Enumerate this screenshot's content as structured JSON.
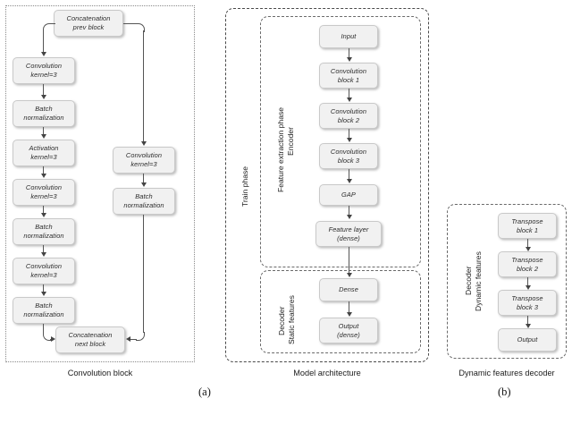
{
  "figure": {
    "subfigure_labels": [
      {
        "id": "a",
        "text": "(a)"
      },
      {
        "id": "b",
        "text": "(b)"
      }
    ]
  },
  "panel_a": {
    "caption": "Convolution block",
    "nodes": {
      "concat_prev": "Concatenation\nprev block",
      "conv1": "Convolution\nkernel=3",
      "bn1": "Batch\nnormalization",
      "act1": "Activation\nkernel=3",
      "conv2": "Convolution\nkernel=3",
      "bn2": "Batch\nnormalization",
      "conv3": "Convolution\nkernel=3",
      "bn3": "Batch\nnormalization",
      "conv_skip": "Convolution\nkernel=3",
      "bn_skip": "Batch\nnormalization",
      "concat_next": "Concatenation\nnext block"
    },
    "node_lines": {
      "concat_prev": [
        "Concatenation",
        "prev block"
      ],
      "conv1": [
        "Convolution",
        "kernel=3"
      ],
      "bn1": [
        "Batch",
        "normalization"
      ],
      "act1": [
        "Activation",
        "kernel=3"
      ],
      "conv2": [
        "Convolution",
        "kernel=3"
      ],
      "bn2": [
        "Batch",
        "normalization"
      ],
      "conv3": [
        "Convolution",
        "kernel=3"
      ],
      "bn3": [
        "Batch",
        "normalization"
      ],
      "conv_skip": [
        "Convolution",
        "kernel=3"
      ],
      "bn_skip": [
        "Batch",
        "normalization"
      ],
      "concat_next": [
        "Concatenation",
        "next block"
      ]
    }
  },
  "panel_model": {
    "caption": "Model architecture",
    "groups": {
      "train_phase": "Train phase",
      "encoder_line1": "Feature extraction phase",
      "encoder_line2": "Encoder",
      "decoder_line1": "Decoder",
      "decoder_line2": "Static features"
    },
    "node_lines": {
      "input": [
        "Input"
      ],
      "conv_block_1": [
        "Convolution",
        "block 1"
      ],
      "conv_block_2": [
        "Convolution",
        "block 2"
      ],
      "conv_block_3": [
        "Convolution",
        "block 3"
      ],
      "gap": [
        "GAP"
      ],
      "feature_layer": [
        "Feature layer",
        "(dense)"
      ],
      "dense": [
        "Dense"
      ],
      "output": [
        "Output",
        "(dense)"
      ]
    }
  },
  "panel_b": {
    "caption": "Dynamic features decoder",
    "groups": {
      "decoder_line1": "Decoder",
      "decoder_line2": "Dynamic features"
    },
    "node_lines": {
      "transpose_block_1": [
        "Transpose",
        "block 1"
      ],
      "transpose_block_2": [
        "Transpose",
        "block 2"
      ],
      "transpose_block_3": [
        "Transpose",
        "block 3"
      ],
      "output": [
        "Output"
      ]
    }
  },
  "colors": {
    "node_fill": "#f1f1f1",
    "node_border": "#c9c9c9",
    "connector": "#555555",
    "frame_dotted": "#8a8a8a",
    "frame_dashed": "#4a4a4a",
    "text": "#1c1c1c",
    "background": "#ffffff"
  }
}
